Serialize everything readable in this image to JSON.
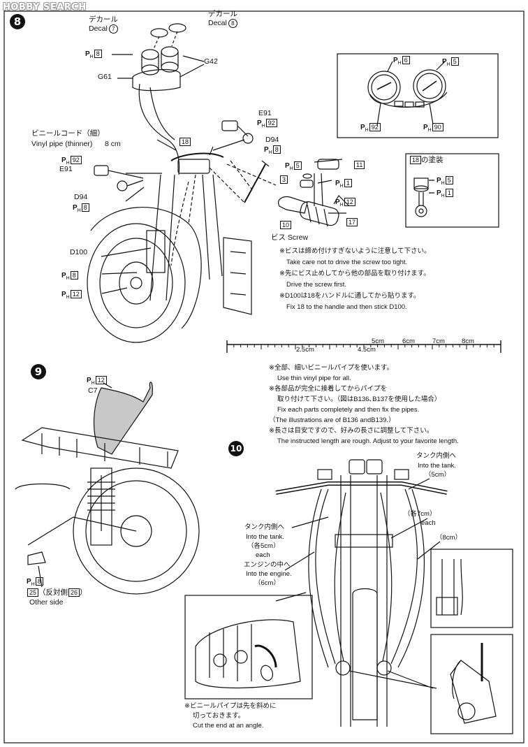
{
  "watermark": "HOBBY SEARCH",
  "steps": [
    "8",
    "9",
    "10"
  ],
  "step8": {
    "decal_jp_a": "デカール",
    "decal_en_a": "Decal",
    "decal_num_a": "7",
    "decal_jp_b": "デカール",
    "decal_en_b": "Decal",
    "decal_num_b": "8",
    "ph8_top": "8",
    "g42": "G42",
    "g61": "G61",
    "ph6": "6",
    "ph5_gauge": "5",
    "ph92_gauge": "92",
    "ph90_gauge": "90",
    "e91_right": "E91",
    "ph92_right": "92",
    "d94_right": "D94",
    "ph8_right": "8",
    "vinyl_jp": "ビニールコード（細）",
    "vinyl_en": "Vinyl pipe (thinner)",
    "vinyl_len": "8 cm",
    "part18_a": "18",
    "ph92_left": "92",
    "e91_left": "E91",
    "ph5_grip": "5",
    "part11": "11",
    "part3": "3",
    "ph1_grip": "1",
    "paint_title_num": "18",
    "paint_title_jp": "の塗装",
    "ph5_paint": "5",
    "ph1_paint": "1",
    "d94_left": "D94",
    "ph8_left": "8",
    "ph12_grip": "12",
    "part10": "10",
    "part17": "17",
    "screw_jp": "ビス",
    "screw_en": "Screw",
    "d100": "D100",
    "ph8_d100": "8",
    "ph12_d100": "12",
    "notes": [
      "※ビスは締め付けすぎないように注意して下さい。",
      "Take care not to drive the screw too tight.",
      "※先にビス止めしてから他の部品を取り付けます。",
      "Drive the screw first.",
      "※D100は18をハンドルに通してから貼ります。",
      "Fix 18 to the handle and then stick D100."
    ]
  },
  "ruler": {
    "labels": [
      "2.5cm",
      "4.5cm",
      "5cm",
      "6cm",
      "7cm",
      "8cm"
    ]
  },
  "general_notes": [
    "※全部、細いビニールパイプを使います。",
    "Use thin vinyl pipe for all.",
    "※各部品が完全に接着してからパイプを",
    "取り付けて下さい。（図はB136､B137を使用した場合）",
    "Fix each parts completely and then fix the pipes.",
    "（The illustrations are of B136 andB139.）",
    "※長さは目安ですので、好みの長さに調整して下さい。",
    "The instructed length are rough. Adjust to your favorite length."
  ],
  "step9": {
    "ph12": "12",
    "c7": "C7",
    "ph8": "8",
    "part25": "25",
    "other_side_jp": "（反対側",
    "part26": "26",
    "other_side_en": "Other side"
  },
  "step10": {
    "tank_a_jp": "タンク内側へ",
    "tank_a_en": "Into the tank.",
    "tank_a_len": "（5cm）",
    "each7_jp": "（各7cm）",
    "each7_en": "each",
    "tank_b_jp": "タンク内側へ",
    "tank_b_en": "Into the tank.",
    "tank_b_len": "（各5cm）",
    "tank_b_each": "each",
    "engine_jp": "エンジンの中へ",
    "engine_en": "Into the engine.",
    "engine_len": "（6cm）",
    "len8": "（8cm）",
    "cut_jp_1": "※ビニールパイプは先を斜めに",
    "cut_jp_2": "切っておきます。",
    "cut_en": "Cut the end at an angle."
  }
}
